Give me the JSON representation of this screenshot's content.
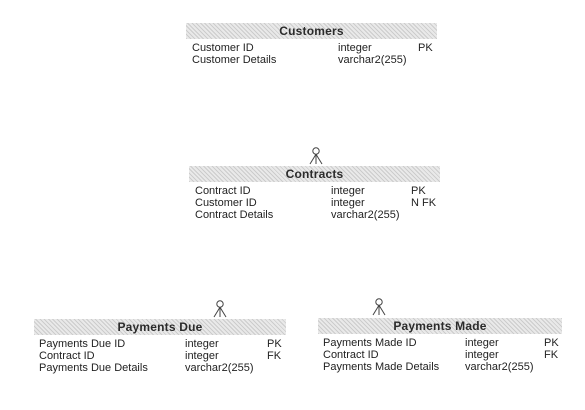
{
  "entities": [
    {
      "id": "customers",
      "name": "Customers",
      "attributes": [
        {
          "name": "Customer ID",
          "type": "integer",
          "key": "PK"
        },
        {
          "name": "Customer Details",
          "type": "varchar2(255)",
          "key": ""
        }
      ]
    },
    {
      "id": "contracts",
      "name": "Contracts",
      "attributes": [
        {
          "name": "Contract ID",
          "type": "integer",
          "key": "PK"
        },
        {
          "name": "Customer ID",
          "type": "integer",
          "key": "N FK"
        },
        {
          "name": "Contract Details",
          "type": "varchar2(255)",
          "key": ""
        }
      ]
    },
    {
      "id": "payments_due",
      "name": "Payments Due",
      "attributes": [
        {
          "name": "Payments Due ID",
          "type": "integer",
          "key": "PK"
        },
        {
          "name": "Contract ID",
          "type": "integer",
          "key": "FK"
        },
        {
          "name": "Payments Due Details",
          "type": "varchar2(255)",
          "key": ""
        }
      ]
    },
    {
      "id": "payments_made",
      "name": "Payments Made",
      "attributes": [
        {
          "name": "Payments Made ID",
          "type": "integer",
          "key": "PK"
        },
        {
          "name": "Contract ID",
          "type": "integer",
          "key": "FK"
        },
        {
          "name": "Payments Made Details",
          "type": "varchar2(255)",
          "key": ""
        }
      ]
    }
  ],
  "relationships": [
    {
      "from": "customers",
      "to": "contracts",
      "notation": "zero-or-many"
    },
    {
      "from": "contracts",
      "to": "payments_due",
      "notation": "zero-or-many"
    },
    {
      "from": "contracts",
      "to": "payments_made",
      "notation": "zero-or-many"
    }
  ]
}
